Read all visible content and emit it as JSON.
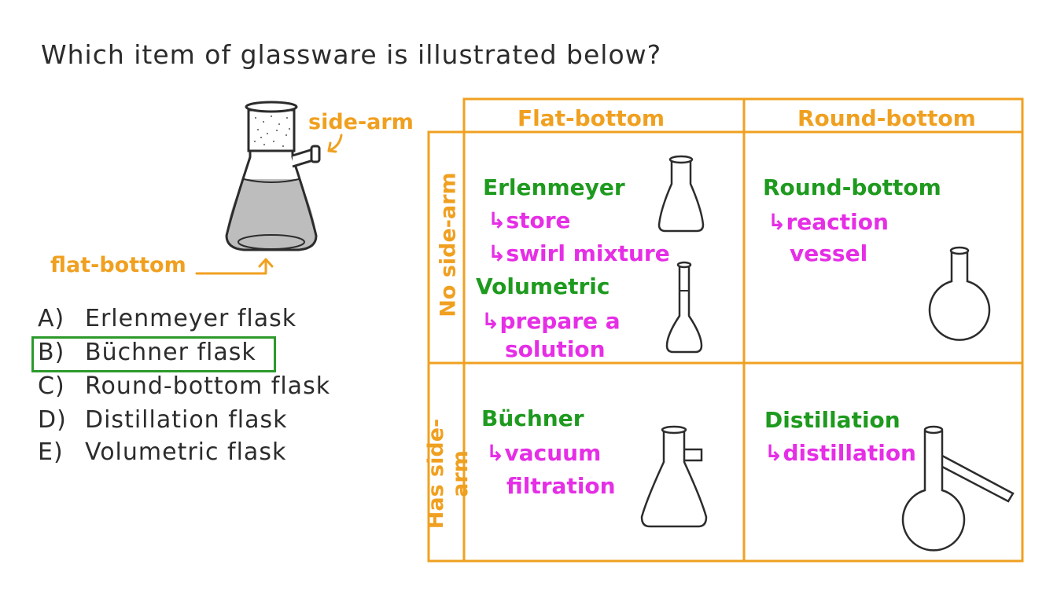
{
  "question": "Which item of glassware is illustrated below?",
  "illustration": {
    "side_arm_label": "side-arm",
    "flat_bottom_label": "flat-bottom"
  },
  "options": [
    {
      "letter": "A)",
      "text": "Erlenmeyer flask"
    },
    {
      "letter": "B)",
      "text": "Büchner flask",
      "selected": true
    },
    {
      "letter": "C)",
      "text": "Round-bottom flask"
    },
    {
      "letter": "D)",
      "text": "Distillation flask"
    },
    {
      "letter": "E)",
      "text": "Volumetric flask"
    }
  ],
  "table": {
    "col_headers": [
      "Flat-bottom",
      "Round-bottom"
    ],
    "row_headers": [
      "No side-arm",
      "Has side-arm"
    ],
    "cells": {
      "flat_noarm": [
        {
          "name": "Erlenmeyer",
          "uses": [
            "↳store",
            "↳swirl mixture"
          ]
        },
        {
          "name": "Volumetric",
          "uses": [
            "↳prepare a",
            "solution"
          ]
        }
      ],
      "round_noarm": {
        "name": "Round-bottom",
        "uses": [
          "↳reaction",
          "vessel"
        ]
      },
      "flat_arm": {
        "name": "Büchner",
        "uses": [
          "↳vacuum",
          "filtration"
        ]
      },
      "round_arm": {
        "name": "Distillation",
        "uses": [
          "↳distillation"
        ]
      }
    }
  },
  "colors": {
    "orange": "#f0a020",
    "green": "#1e9a1e",
    "magenta": "#e62ee6",
    "ink": "#2c2c2c"
  }
}
